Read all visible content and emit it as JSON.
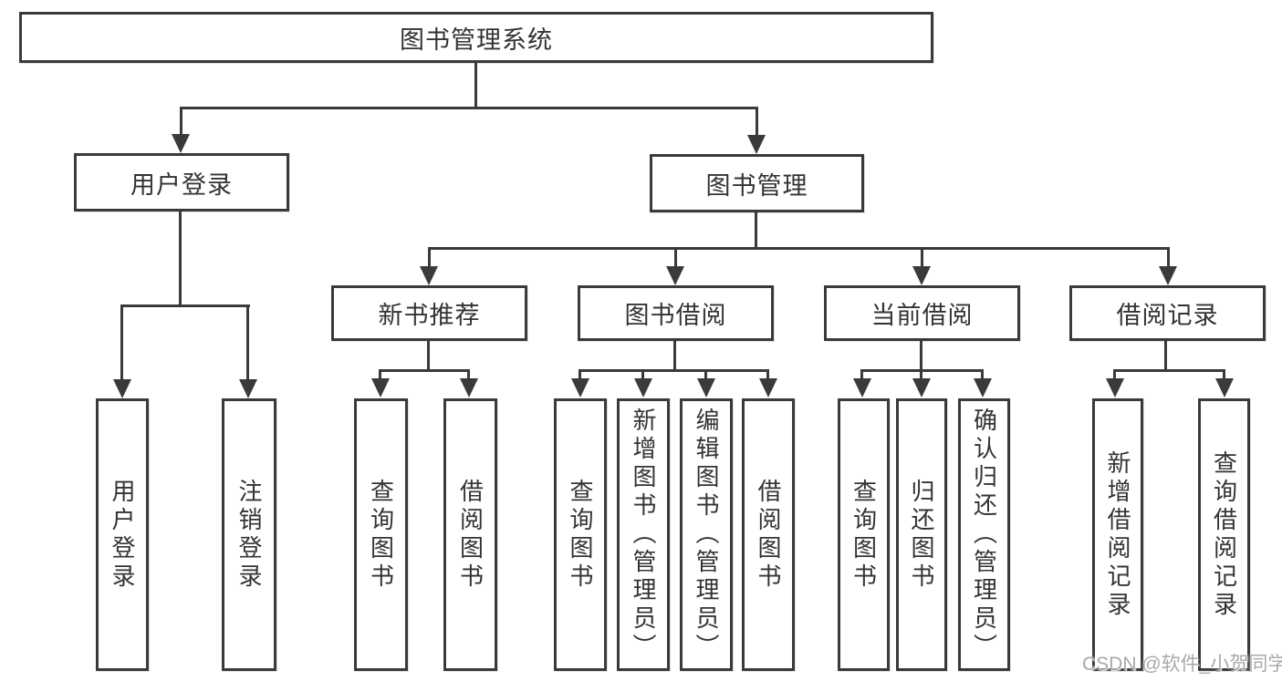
{
  "labels": {
    "root": "图书管理系统",
    "user_login": "用户登录",
    "book_mgmt": "图书管理",
    "new_book_rec": "新书推荐",
    "book_borrow": "图书借阅",
    "current_borrow": "当前借阅",
    "borrow_records": "借阅记录",
    "leaf_user_login": "用户登录",
    "leaf_logout": "注销登录",
    "leaf_query_book_rec": "查询图书",
    "leaf_borrow_book_rec": "借阅图书",
    "leaf_query_book_borrow": "查询图书",
    "leaf_add_book_admin": "新增图书（管理员）",
    "leaf_edit_book_admin": "编辑图书（管理员）",
    "leaf_borrow_book": "借阅图书",
    "leaf_query_book_current": "查询图书",
    "leaf_return_book": "归还图书",
    "leaf_confirm_return_admin": "确认归还（管理员）",
    "leaf_add_borrow_record": "新增借阅记录",
    "leaf_query_borrow_record": "查询借阅记录"
  },
  "watermark": {
    "text": "CSDN @软件_小贺同学"
  },
  "colors": {
    "line": "#3a3a3a",
    "text": "#333333",
    "background": "#ffffff",
    "watermark": "#a9a9a9"
  }
}
